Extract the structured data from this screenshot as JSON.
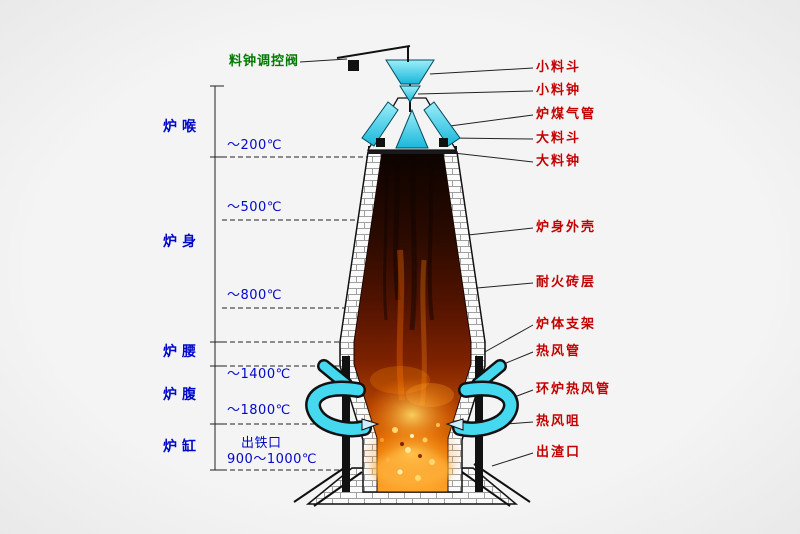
{
  "title": "blast-furnace-structure-diagram",
  "colors": {
    "zone_label": "#0008c8",
    "right_label": "#c40000",
    "top_label": "#007a00",
    "pipe_cyan": "#2cc6e4",
    "fire_bright": "#ff9d1c",
    "fire_dark": "#2a0a00",
    "background": "#f0f0f0"
  },
  "top_label": "料钟调控阀",
  "zones": [
    "炉喉",
    "炉身",
    "炉腰",
    "炉腹",
    "炉缸"
  ],
  "temps": [
    "～200℃",
    "～500℃",
    "～800℃",
    "～1400℃",
    "～1800℃"
  ],
  "taphole": {
    "name_text": "出铁口",
    "temp_text": "900～1000℃"
  },
  "right_labels": [
    "小料斗",
    "小料钟",
    "炉煤气管",
    "大料斗",
    "大料钟",
    "炉身外壳",
    "耐火砖层",
    "炉体支架",
    "热风管",
    "环炉热风管",
    "热风咀",
    "出渣口"
  ]
}
